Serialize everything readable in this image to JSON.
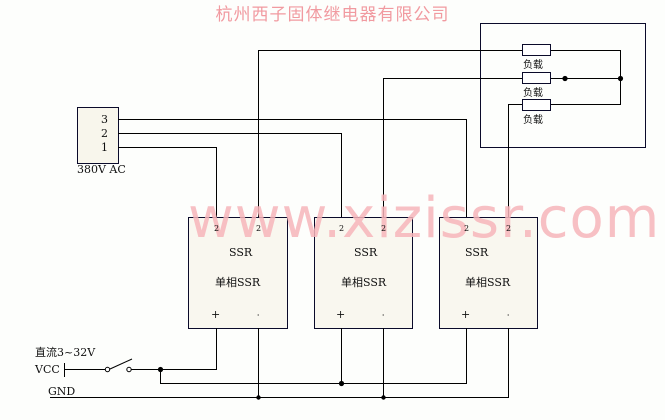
{
  "title": "杭州西子固体继电器有限公司",
  "watermark": "www.xizissr.com",
  "ac_source": {
    "label": "380V AC",
    "pins": [
      "3",
      "2",
      "1"
    ]
  },
  "loads": [
    {
      "label": "负载"
    },
    {
      "label": "负载"
    },
    {
      "label": "负载"
    }
  ],
  "ssr_modules": [
    {
      "title": "SSR",
      "subtitle": "单相SSR",
      "terminal_top_left": "2",
      "terminal_top_right": "2",
      "terminal_plus": "+",
      "terminal_minus": "-"
    },
    {
      "title": "SSR",
      "subtitle": "单相SSR",
      "terminal_top_left": "2",
      "terminal_top_right": "2",
      "terminal_plus": "+",
      "terminal_minus": "-"
    },
    {
      "title": "SSR",
      "subtitle": "单相SSR",
      "terminal_top_left": "2",
      "terminal_top_right": "2",
      "terminal_plus": "+",
      "terminal_minus": "-"
    }
  ],
  "dc_supply": {
    "label": "直流3~32V",
    "vcc": "VCC",
    "gnd": "GND"
  },
  "colors": {
    "wire": "#000000",
    "title": "#f19aa0",
    "watermark": "#f7b6bb",
    "box_fill": "#f8f6ec",
    "box_stroke": "#0a0a2a"
  }
}
